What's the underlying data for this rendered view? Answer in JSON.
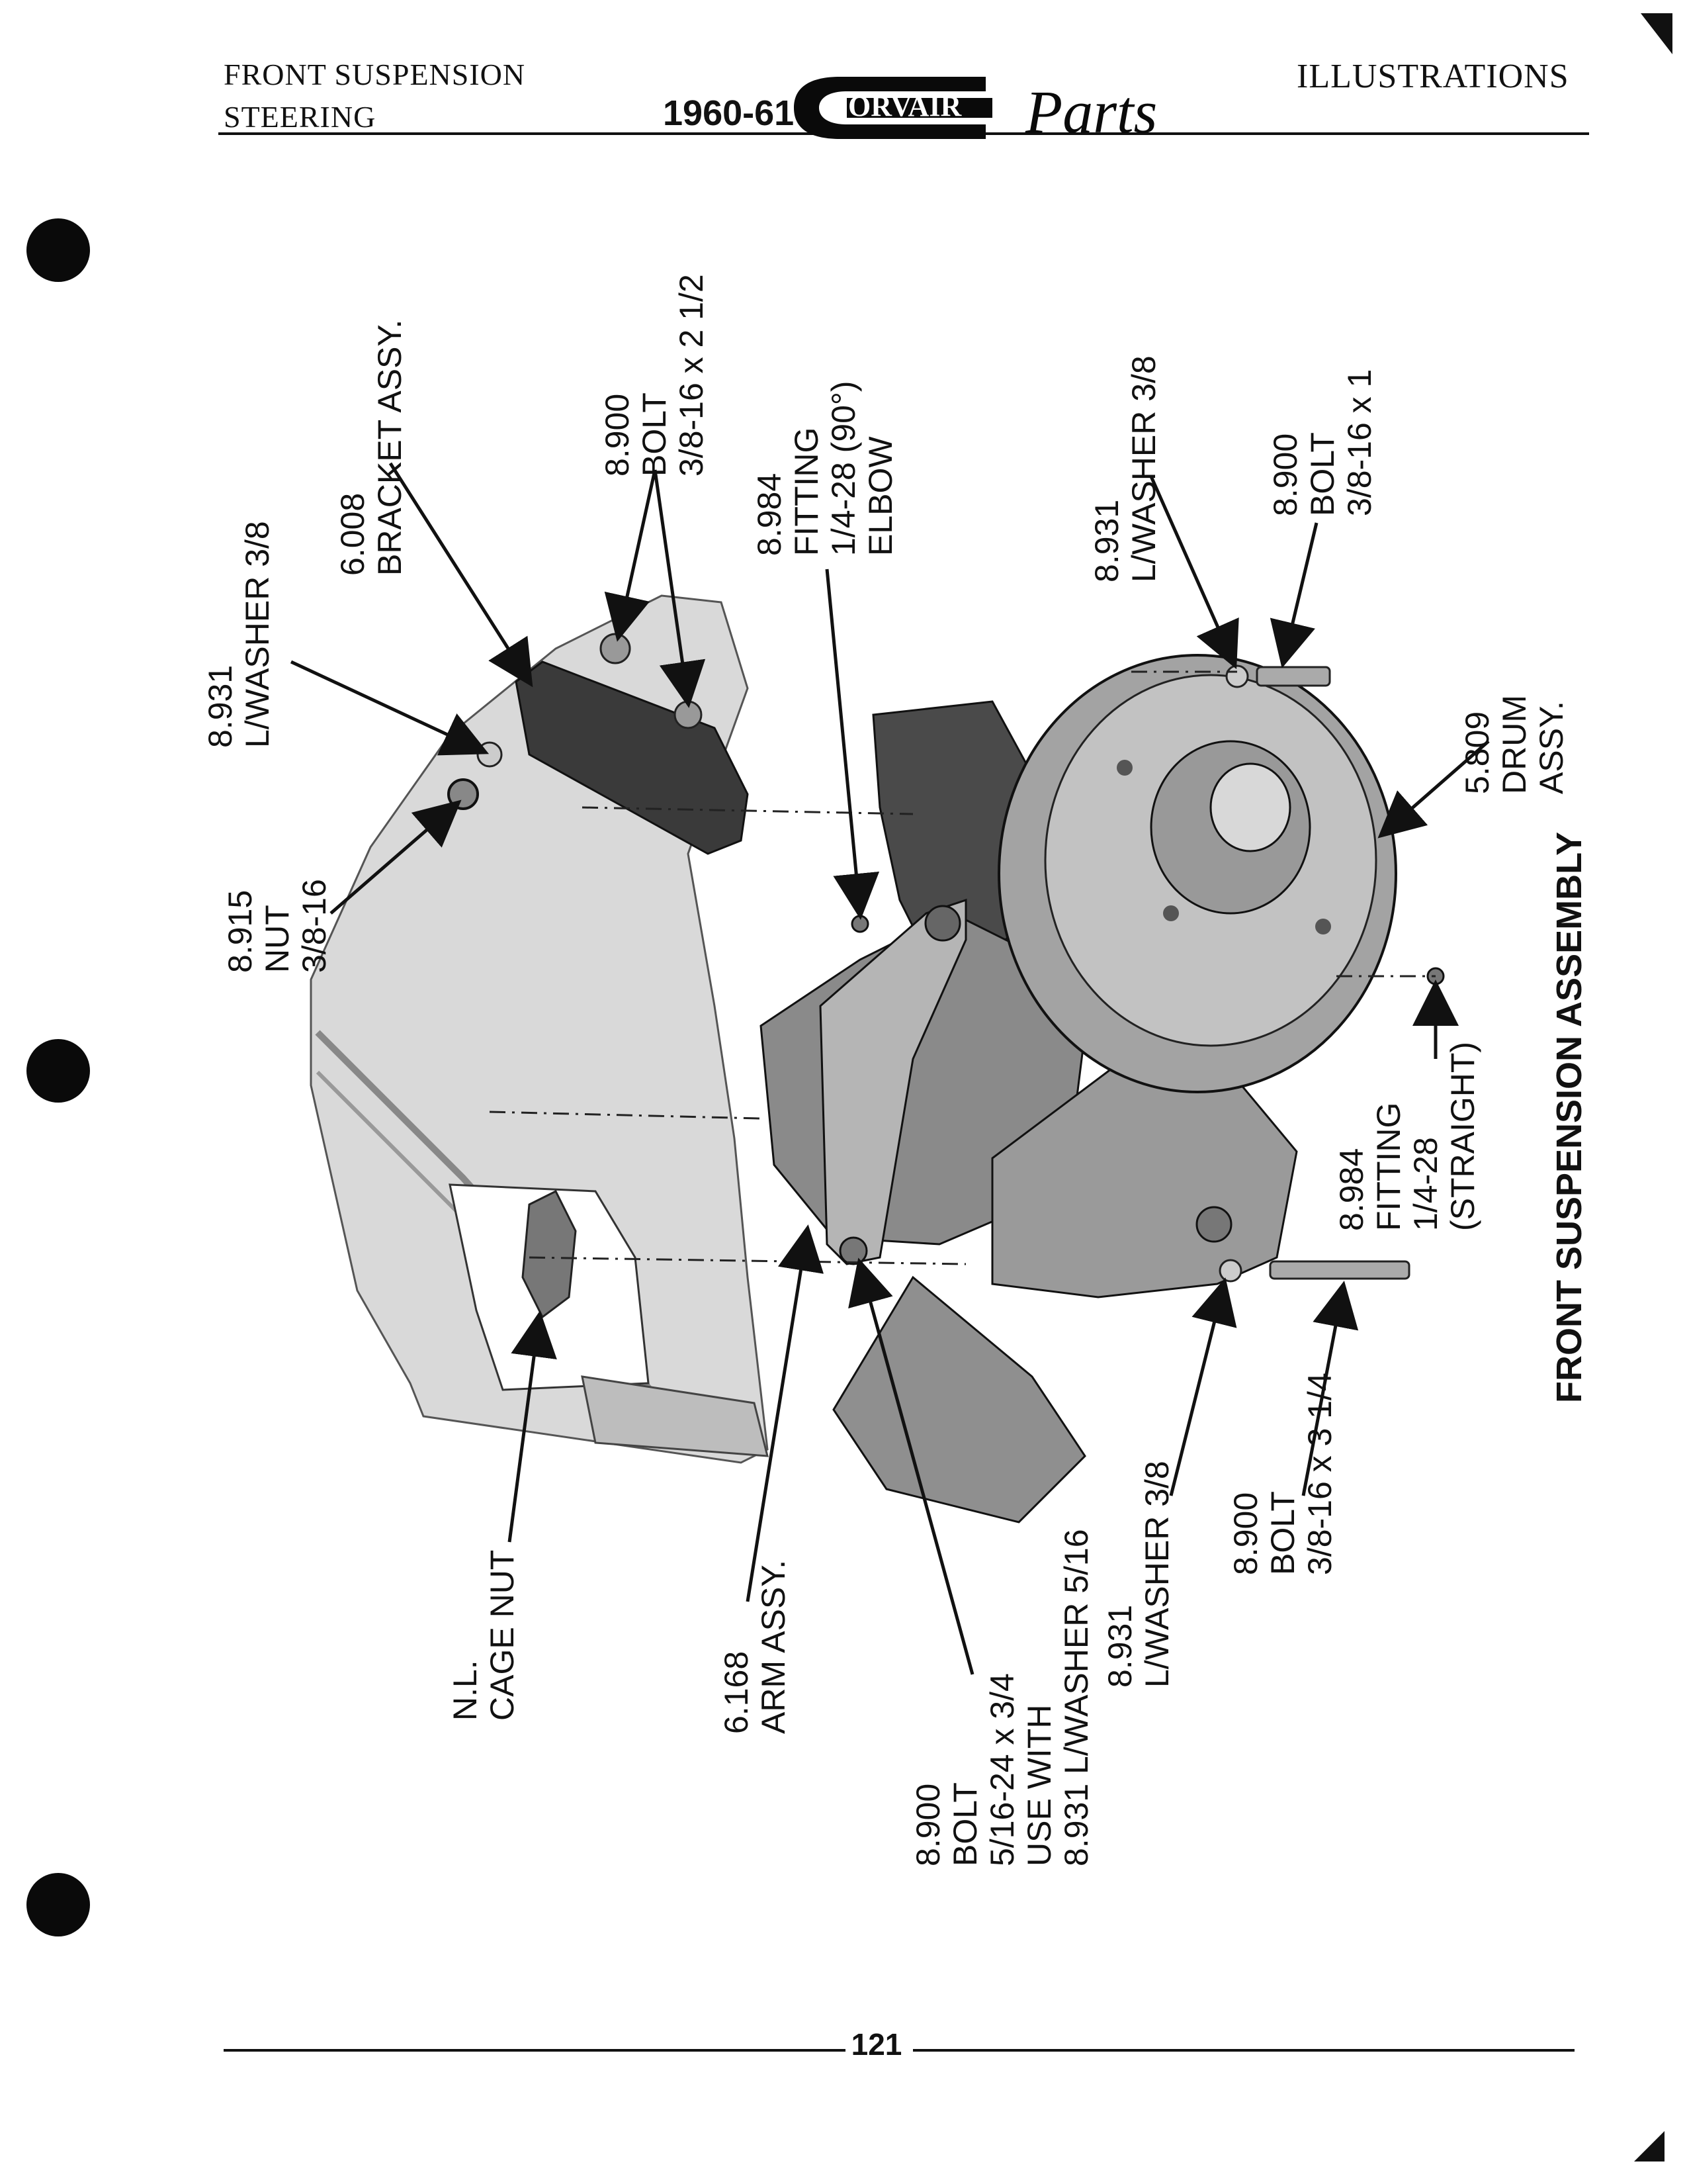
{
  "header": {
    "left_line1": "FRONT SUSPENSION",
    "left_line2": "STEERING",
    "year": "1960-61",
    "logo_word": "ORVAIR",
    "logo_script": "Parts",
    "right": "ILLUSTRATIONS"
  },
  "figure": {
    "title": "FRONT SUSPENSION ASSEMBLY",
    "callouts": [
      {
        "lines": [
          "8.915",
          "NUT",
          "3/8-16"
        ]
      },
      {
        "lines": [
          "8.931",
          "L/WASHER 3/8"
        ]
      },
      {
        "lines": [
          "6.008",
          "BRACKET ASSY."
        ]
      },
      {
        "lines": [
          "8.900",
          "BOLT",
          "3/8-16 x 2 1/2"
        ]
      },
      {
        "lines": [
          "8.984",
          "FITTING",
          "1/4-28 (90°)",
          "ELBOW"
        ]
      },
      {
        "lines": [
          "8.931",
          "L/WASHER 3/8"
        ]
      },
      {
        "lines": [
          "8.900",
          "BOLT",
          "3/8-16 x 1"
        ]
      },
      {
        "lines": [
          "5.809",
          "DRUM",
          "ASSY."
        ]
      },
      {
        "lines": [
          "N.L.",
          "CAGE NUT"
        ]
      },
      {
        "lines": [
          "6.168",
          "ARM ASSY."
        ]
      },
      {
        "lines": [
          "8.900",
          "BOLT",
          "5/16-24 x 3/4",
          "USE WITH",
          "8.931 L/WASHER 5/16"
        ]
      },
      {
        "lines": [
          "8.931",
          "L/WASHER 3/8"
        ]
      },
      {
        "lines": [
          "8.900",
          "BOLT",
          "3/8-16 x 3 1/4"
        ]
      },
      {
        "lines": [
          "8.984",
          "FITTING",
          "1/4-28",
          "(STRAIGHT)"
        ]
      }
    ]
  },
  "footer": {
    "page_number": "121"
  }
}
